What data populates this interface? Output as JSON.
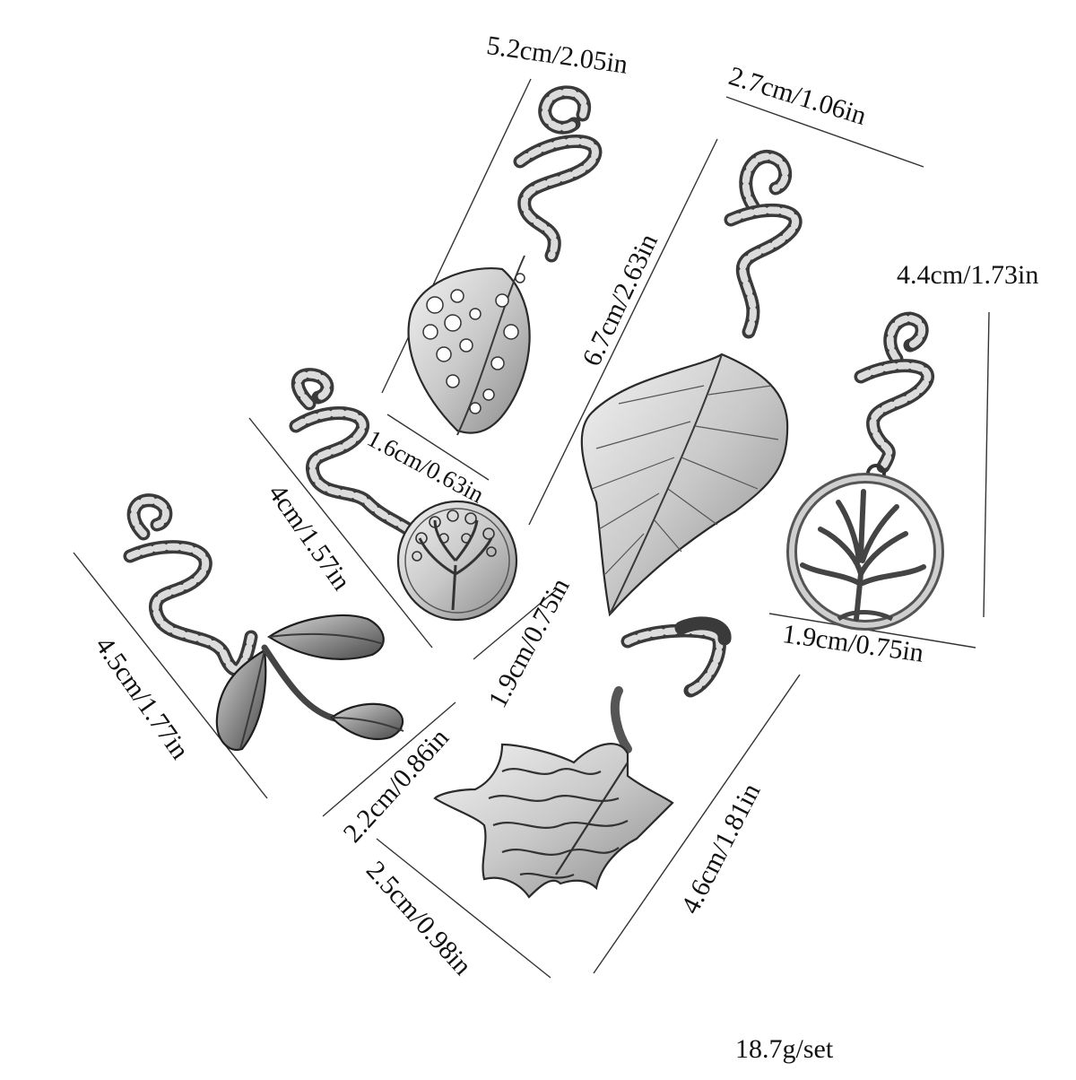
{
  "product": {
    "weight": "18.7g/set"
  },
  "dimensions": [
    {
      "id": "leaf-hole-length",
      "text": "5.2cm/2.05in"
    },
    {
      "id": "leaf-hole-width",
      "text": "1.6cm/0.63in"
    },
    {
      "id": "big-leaf-width",
      "text": "2.7cm/1.06in"
    },
    {
      "id": "big-leaf-length",
      "text": "6.7cm/2.63in"
    },
    {
      "id": "tree-ring-length",
      "text": "4.4cm/1.73in"
    },
    {
      "id": "tree-ring-width",
      "text": "1.9cm/0.75in"
    },
    {
      "id": "tree-coin-length",
      "text": "4cm/1.57in"
    },
    {
      "id": "tree-coin-width",
      "text": "1.9cm/0.75in"
    },
    {
      "id": "twig-length",
      "text": "4.5cm/1.77in"
    },
    {
      "id": "twig-width",
      "text": "2.2cm/0.86in"
    },
    {
      "id": "maple-width",
      "text": "2.5cm/0.98in"
    },
    {
      "id": "maple-length",
      "text": "4.6cm/1.81in"
    }
  ],
  "colors": {
    "background": "#ffffff",
    "metal_light": "#e6e6e6",
    "metal_dark": "#6e6e6e",
    "outline": "#2a2a2a"
  }
}
